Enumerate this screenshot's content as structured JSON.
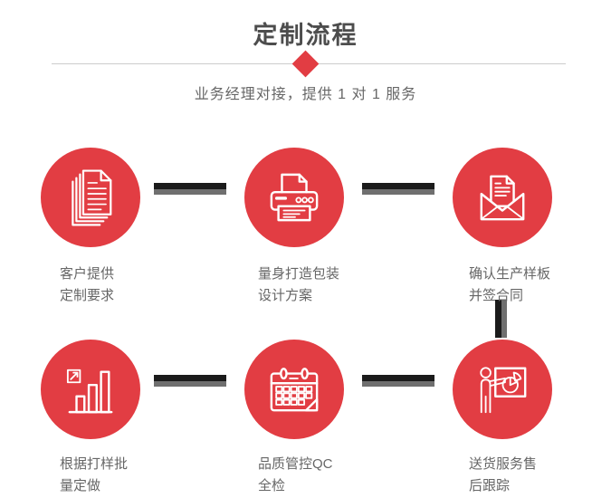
{
  "header": {
    "title": "定制流程",
    "subtitle": "业务经理对接，提供 1 对 1 服务"
  },
  "colors": {
    "accent_red": "#e23d43",
    "title_gray": "#4d4d4d",
    "text_gray": "#666666",
    "divider_gray": "#cccccc",
    "connector_black": "#1b1b1b",
    "connector_gray": "#6f6f6f",
    "icon_stroke": "#ffffff"
  },
  "icons": {
    "header_marker": "diamond-icon",
    "step1": "documents-icon",
    "step2": "printer-icon",
    "step3": "envelope-icon",
    "step4": "bar-chart-icon",
    "step5": "calendar-icon",
    "step6": "presentation-icon"
  },
  "steps": [
    {
      "label1": "客户提供",
      "label2": "定制要求"
    },
    {
      "label1": "量身打造包装",
      "label2": "设计方案"
    },
    {
      "label1": "确认生产样板",
      "label2": "并签合同"
    },
    {
      "label1": "根据打样批",
      "label2": "量定做"
    },
    {
      "label1": "品质管控QC",
      "label2": "全检"
    },
    {
      "label1": "送货服务售",
      "label2": "后跟踪"
    }
  ]
}
